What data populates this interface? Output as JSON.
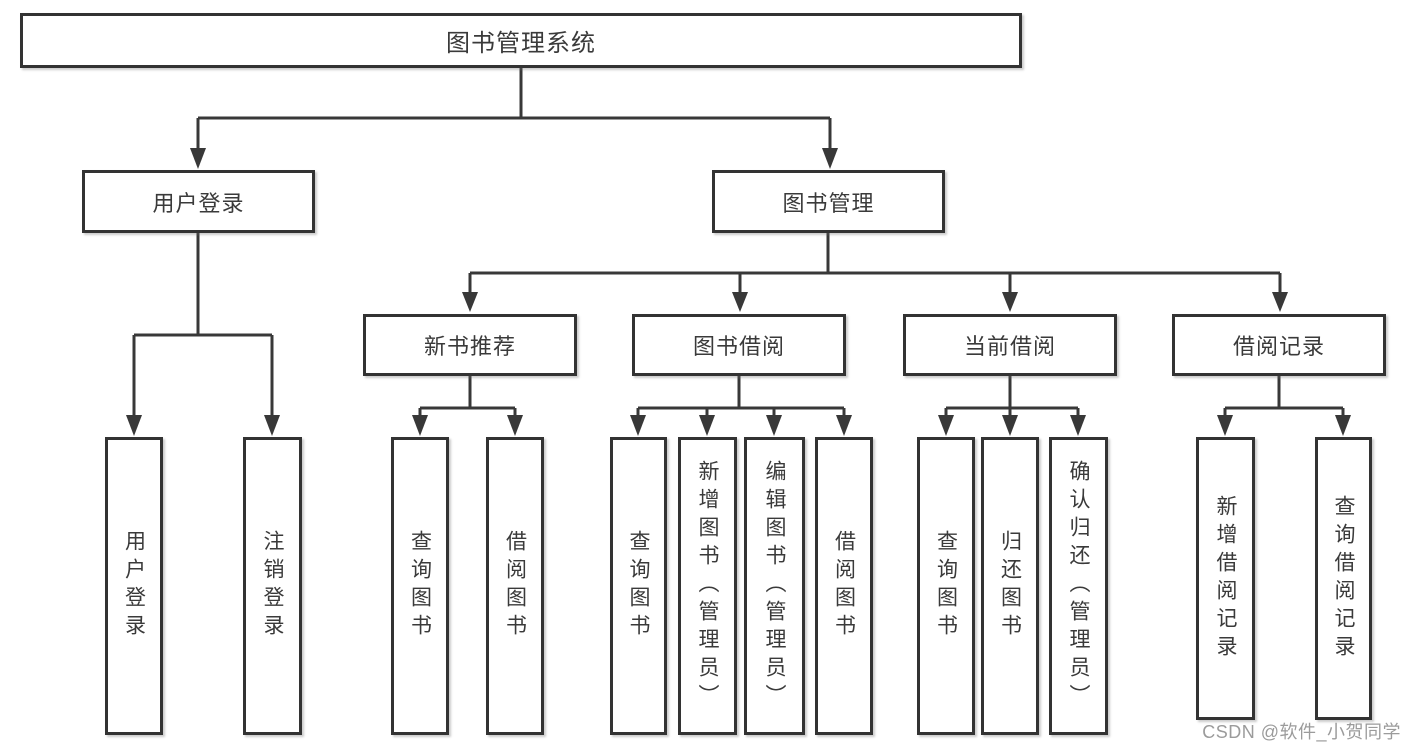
{
  "nodes": {
    "root": {
      "label": "图书管理系统"
    },
    "user_login": {
      "label": "用户登录"
    },
    "book_mgmt": {
      "label": "图书管理"
    },
    "new_book_rec": {
      "label": "新书推荐"
    },
    "book_borrow": {
      "label": "图书借阅"
    },
    "current_borrow": {
      "label": "当前借阅"
    },
    "borrow_records": {
      "label": "借阅记录"
    },
    "leaf_user_login": {
      "label": "用户登录"
    },
    "leaf_logout": {
      "label": "注销登录"
    },
    "leaf_query_book_new": {
      "label": "查询图书"
    },
    "leaf_borrow_book_new": {
      "label": "借阅图书"
    },
    "leaf_query_book_borrow": {
      "label": "查询图书"
    },
    "leaf_add_book": {
      "label": "新增图书（管理员）"
    },
    "leaf_edit_book": {
      "label": "编辑图书（管理员）"
    },
    "leaf_borrow_book_borrow": {
      "label": "借阅图书"
    },
    "leaf_query_book_current": {
      "label": "查询图书"
    },
    "leaf_return_book": {
      "label": "归还图书"
    },
    "leaf_confirm_return": {
      "label": "确认归还（管理员）"
    },
    "leaf_add_record": {
      "label": "新增借阅记录"
    },
    "leaf_query_record": {
      "label": "查询借阅记录"
    }
  },
  "structure": {
    "图书管理系统": {
      "用户登录": [
        "用户登录",
        "注销登录"
      ],
      "图书管理": {
        "新书推荐": [
          "查询图书",
          "借阅图书"
        ],
        "图书借阅": [
          "查询图书",
          "新增图书（管理员）",
          "编辑图书（管理员）",
          "借阅图书"
        ],
        "当前借阅": [
          "查询图书",
          "归还图书",
          "确认归还（管理员）"
        ],
        "借阅记录": [
          "新增借阅记录",
          "查询借阅记录"
        ]
      }
    }
  },
  "watermark": {
    "text": "CSDN @软件_小贺同学"
  },
  "colors": {
    "line": "#383838",
    "border": "#333333",
    "text": "#3a3a3a",
    "watermark": "#9b9b9b",
    "background": "#ffffff"
  }
}
